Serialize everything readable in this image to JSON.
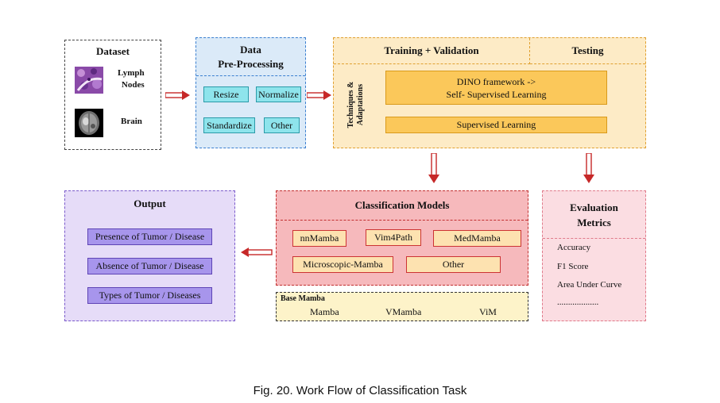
{
  "dataset": {
    "title": "Dataset",
    "items": [
      {
        "label_line1": "Lymph",
        "label_line2": "Nodes",
        "icon": "lymph-node-histology-image"
      },
      {
        "label": "Brain",
        "icon": "brain-mri-image"
      }
    ]
  },
  "preprocessing": {
    "title_line1": "Data",
    "title_line2": "Pre-Processing",
    "steps": [
      "Resize",
      "Normalize",
      "Standardize",
      "Other"
    ]
  },
  "training": {
    "header_left": "Training + Validation",
    "header_right": "Testing",
    "side_label_line1": "Techniques &",
    "side_label_line2": "Adaptations",
    "dino_line1": "DINO framework ->",
    "dino_line2": "Self- Supervised Learning",
    "supervised": "Supervised Learning"
  },
  "classification": {
    "title": "Classification Models",
    "models": [
      "nnMamba",
      "Vim4Path",
      "MedMamba",
      "Microscopic-Mamba",
      "Other"
    ]
  },
  "base_mamba": {
    "title": "Base Mamba",
    "items": [
      "Mamba",
      "VMamba",
      "ViM"
    ]
  },
  "output": {
    "title": "Output",
    "items": [
      "Presence of Tumor / Disease",
      "Absence of Tumor / Disease",
      "Types of Tumor / Diseases"
    ]
  },
  "evaluation": {
    "title_line1": "Evaluation",
    "title_line2": "Metrics",
    "metrics": [
      "Accuracy",
      "F1 Score",
      "Area Under Curve",
      "..................."
    ]
  },
  "caption": "Fig. 20.  Work Flow of Classification Task",
  "colors": {
    "arrow": "#c62828",
    "prep_bg": "#dbeaf8",
    "train_bg": "#fdebc6",
    "cls_bg": "#f6b9bc",
    "out_bg": "#e6dcf8",
    "eval_bg": "#fbdde2"
  }
}
